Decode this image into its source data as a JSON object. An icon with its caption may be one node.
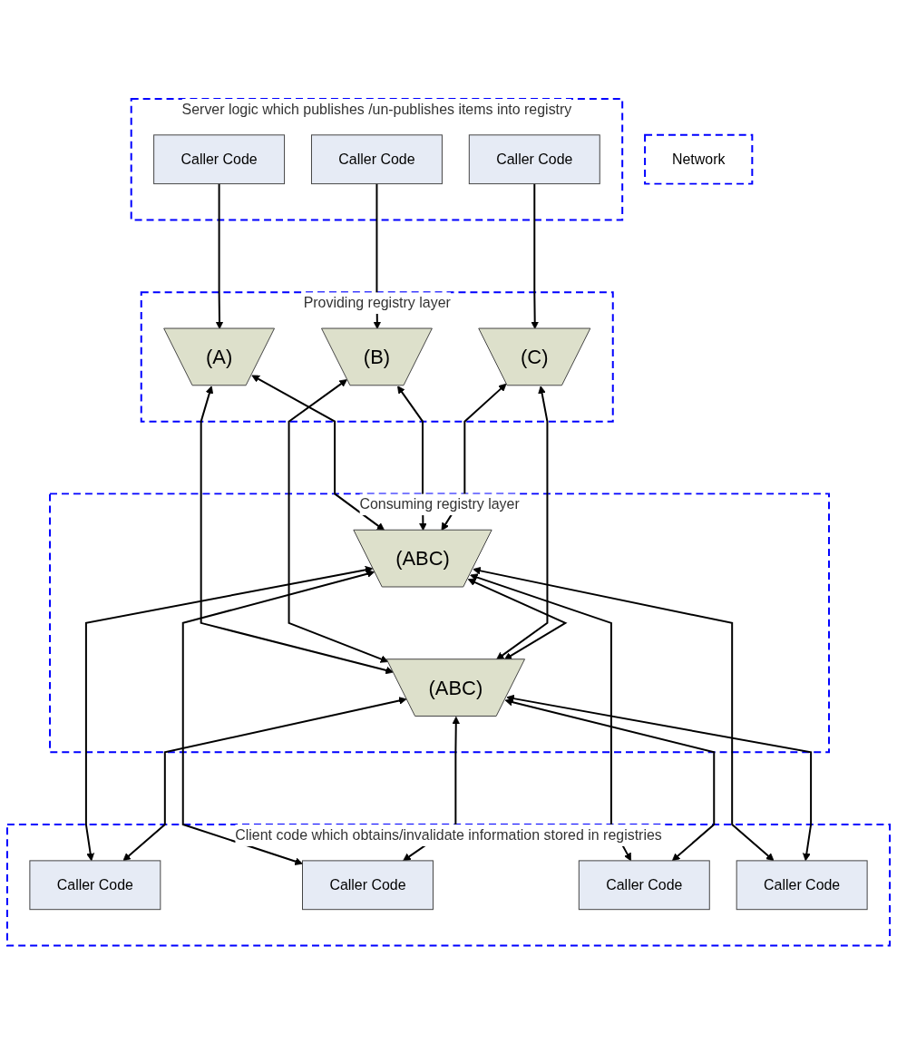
{
  "diagram": {
    "nodes": [
      {
        "text": [
          "Server logic which publishes /un-publishes items into registry"
        ]
      },
      {
        "text": [
          "Caller Code"
        ],
        "in": 0
      },
      {
        "text": [
          "Caller Code"
        ],
        "in": 0
      },
      {
        "text": [
          "Caller Code"
        ],
        "in": 0
      },
      {
        "text": [
          "Providing registry layer"
        ]
      },
      {
        "text": [
          "(A)"
        ],
        "in": 4
      },
      {
        "text": [
          "(B)"
        ],
        "in": 4
      },
      {
        "text": [
          "(C)"
        ],
        "in": 4
      },
      {
        "text": [
          "Network"
        ]
      },
      {
        "text": [
          "Consuming registry layer"
        ]
      },
      {
        "text": [
          "(ABC)"
        ],
        "in": 9
      },
      {
        "text": [
          "(ABC)"
        ],
        "in": 9
      },
      {
        "text": [
          "Client code which obtains/invalidate information stored in registries"
        ]
      },
      {
        "text": [
          "Caller Code"
        ],
        "in": 12
      },
      {
        "text": [
          "Caller Code"
        ],
        "in": 12
      },
      {
        "text": [
          "Caller Code"
        ],
        "in": 12
      },
      {
        "text": [
          "Caller Code"
        ],
        "in": 12
      }
    ],
    "edges": [
      {
        "from": 1,
        "to": 5,
        "arrow": "to"
      },
      {
        "from": 2,
        "to": 6,
        "arrow": "to"
      },
      {
        "from": 3,
        "to": 7,
        "arrow": "to"
      },
      {
        "from": 5,
        "to": 10,
        "arrow": "both"
      },
      {
        "from": 5,
        "to": 11,
        "arrow": "both"
      },
      {
        "from": 6,
        "to": 10,
        "arrow": "both"
      },
      {
        "from": 6,
        "to": 11,
        "arrow": "both"
      },
      {
        "from": 7,
        "to": 10,
        "arrow": "both"
      },
      {
        "from": 7,
        "to": 11,
        "arrow": "both"
      },
      {
        "from": 10,
        "to": 11,
        "arrow": "both"
      },
      {
        "from": 10,
        "to": 13,
        "arrow": "both"
      },
      {
        "from": 10,
        "to": 14,
        "arrow": "both"
      },
      {
        "from": 10,
        "to": 15,
        "arrow": "both"
      },
      {
        "from": 10,
        "to": 16,
        "arrow": "both"
      },
      {
        "from": 11,
        "to": 13,
        "arrow": "both"
      },
      {
        "from": 11,
        "to": 14,
        "arrow": "both"
      },
      {
        "from": 11,
        "to": 15,
        "arrow": "both"
      },
      {
        "from": 11,
        "to": 16,
        "arrow": "both"
      }
    ]
  }
}
